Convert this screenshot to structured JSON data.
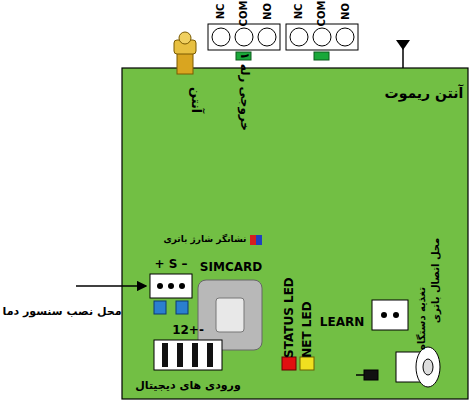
{
  "diagram": {
    "labels": [
      "NC",
      "COM",
      "NO",
      "NC",
      "COM",
      "NO",
      "آنتن",
      "خروجی رله ۱",
      "آنتن ریموت",
      "نشانگر شارژ باتری",
      "محل اتصال باتری",
      "تغذیه دستگاه",
      "+ S –",
      "محل نصب سنسور دما",
      "SIMCARD",
      "STATUS LED",
      "NET LED",
      "LEARN",
      "12+-",
      "ورودی های دیجیتال"
    ]
  }
}
